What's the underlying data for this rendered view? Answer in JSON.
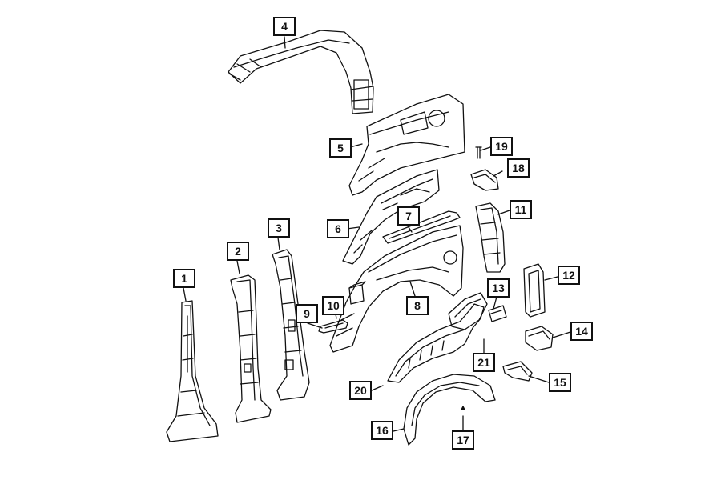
{
  "diagram": {
    "line_color": "#111111",
    "background": "#ffffff",
    "callouts": [
      {
        "id": "c1",
        "label": "1"
      },
      {
        "id": "c2",
        "label": "2"
      },
      {
        "id": "c3",
        "label": "3"
      },
      {
        "id": "c4",
        "label": "4"
      },
      {
        "id": "c5",
        "label": "5"
      },
      {
        "id": "c6",
        "label": "6"
      },
      {
        "id": "c7",
        "label": "7"
      },
      {
        "id": "c8",
        "label": "8"
      },
      {
        "id": "c9",
        "label": "9"
      },
      {
        "id": "c10",
        "label": "10"
      },
      {
        "id": "c11",
        "label": "11"
      },
      {
        "id": "c12",
        "label": "12"
      },
      {
        "id": "c13",
        "label": "13"
      },
      {
        "id": "c14",
        "label": "14"
      },
      {
        "id": "c15",
        "label": "15"
      },
      {
        "id": "c16",
        "label": "16"
      },
      {
        "id": "c17",
        "label": "17"
      },
      {
        "id": "c18",
        "label": "18"
      },
      {
        "id": "c19",
        "label": "19"
      },
      {
        "id": "c20",
        "label": "20"
      },
      {
        "id": "c21",
        "label": "21"
      }
    ]
  }
}
